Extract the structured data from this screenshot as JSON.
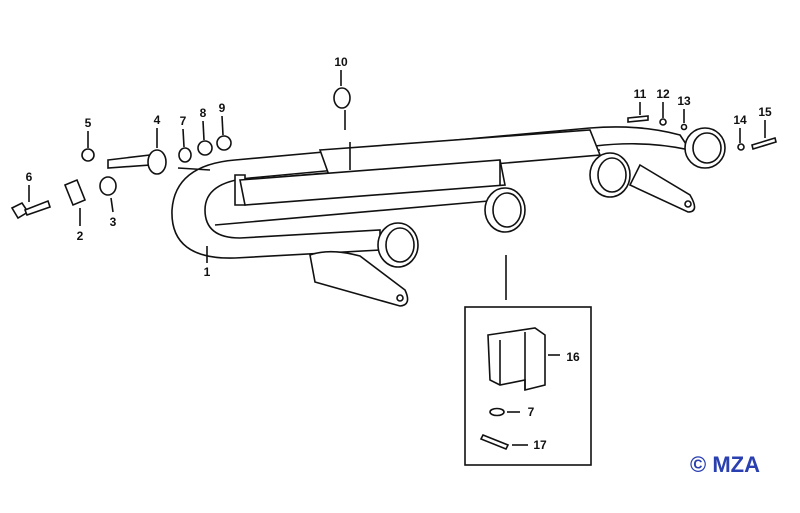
{
  "diagram": {
    "part_labels": [
      "1",
      "2",
      "3",
      "4",
      "5",
      "6",
      "7",
      "8",
      "9",
      "10",
      "11",
      "12",
      "13",
      "14",
      "15",
      "16",
      "7",
      "17"
    ],
    "copyright": "© MZA",
    "copyright_color": "#2a3fb0"
  }
}
